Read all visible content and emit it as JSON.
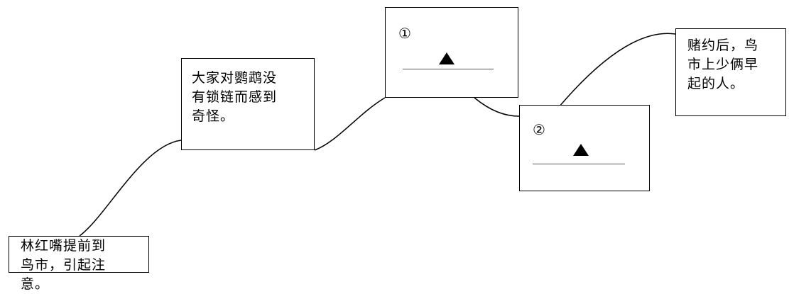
{
  "plot_boxes": [
    {
      "id": "b1",
      "text": "林红嘴提前到\n鸟市，引起注\n意。"
    },
    {
      "id": "b2",
      "text": "大家对鹦鹉没\n有锁链而感到\n奇怪。"
    },
    {
      "id": "b3",
      "number": "①",
      "blank": "▲"
    },
    {
      "id": "b4",
      "number": "②",
      "blank": "▲"
    },
    {
      "id": "b5",
      "text": "赌约后，鸟\n市上少俩早\n起的人。"
    }
  ]
}
